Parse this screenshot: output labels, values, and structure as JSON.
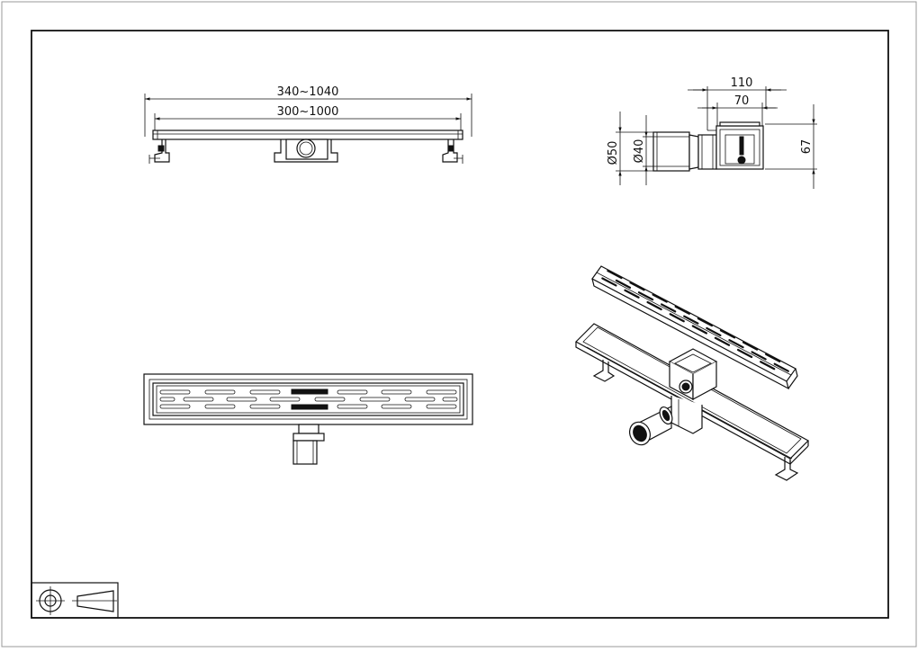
{
  "drawing": {
    "top_view": {
      "overall_length_label": "340~1040",
      "grate_length_label": "300~1000"
    },
    "side_view": {
      "body_width_label": "110",
      "outlet_width_label": "70",
      "outer_diameter_label": "Ø50",
      "inner_diameter_label": "Ø40",
      "height_label": "67"
    }
  },
  "title_block": {
    "projection_symbol": "first-angle-projection-icon"
  }
}
